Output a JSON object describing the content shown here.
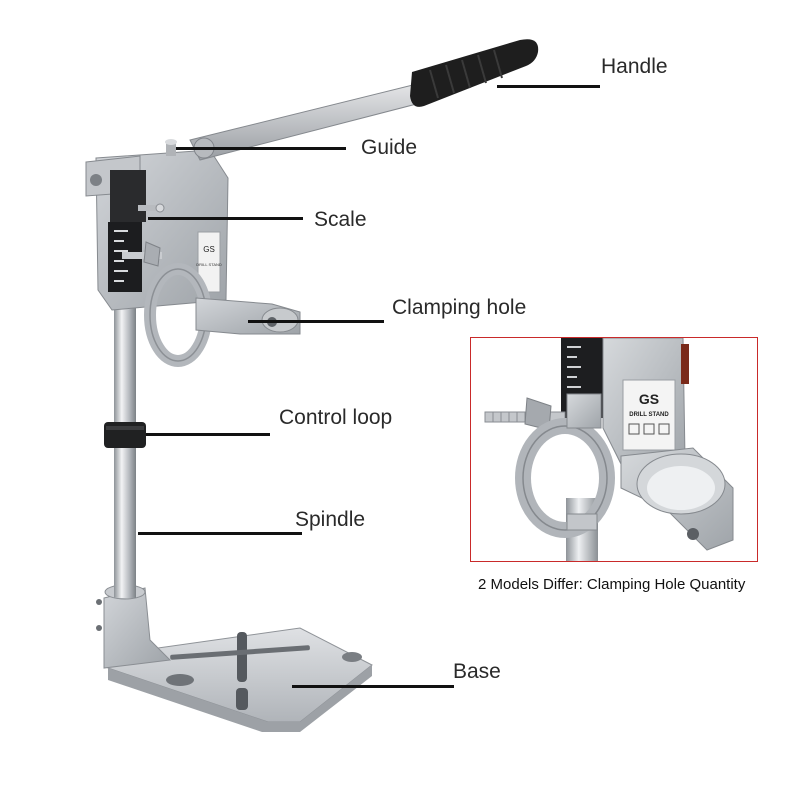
{
  "labels": {
    "handle": "Handle",
    "guide": "Guide",
    "scale": "Scale",
    "clamping_hole": "Clamping hole",
    "control_loop": "Control loop",
    "spindle": "Spindle",
    "base": "Base"
  },
  "inset": {
    "caption": "2 Models Differ: Clamping Hole Quantity",
    "logo_text": "GS",
    "plate_text": "DRILL STAND",
    "border_color": "#c92a2a"
  },
  "product": {
    "plate_text": "DRILL STAND",
    "logo_text": "GS"
  },
  "colors": {
    "metal": "#b9bdc2",
    "handle_grip": "#1e1e1e",
    "leader": "#111111"
  }
}
